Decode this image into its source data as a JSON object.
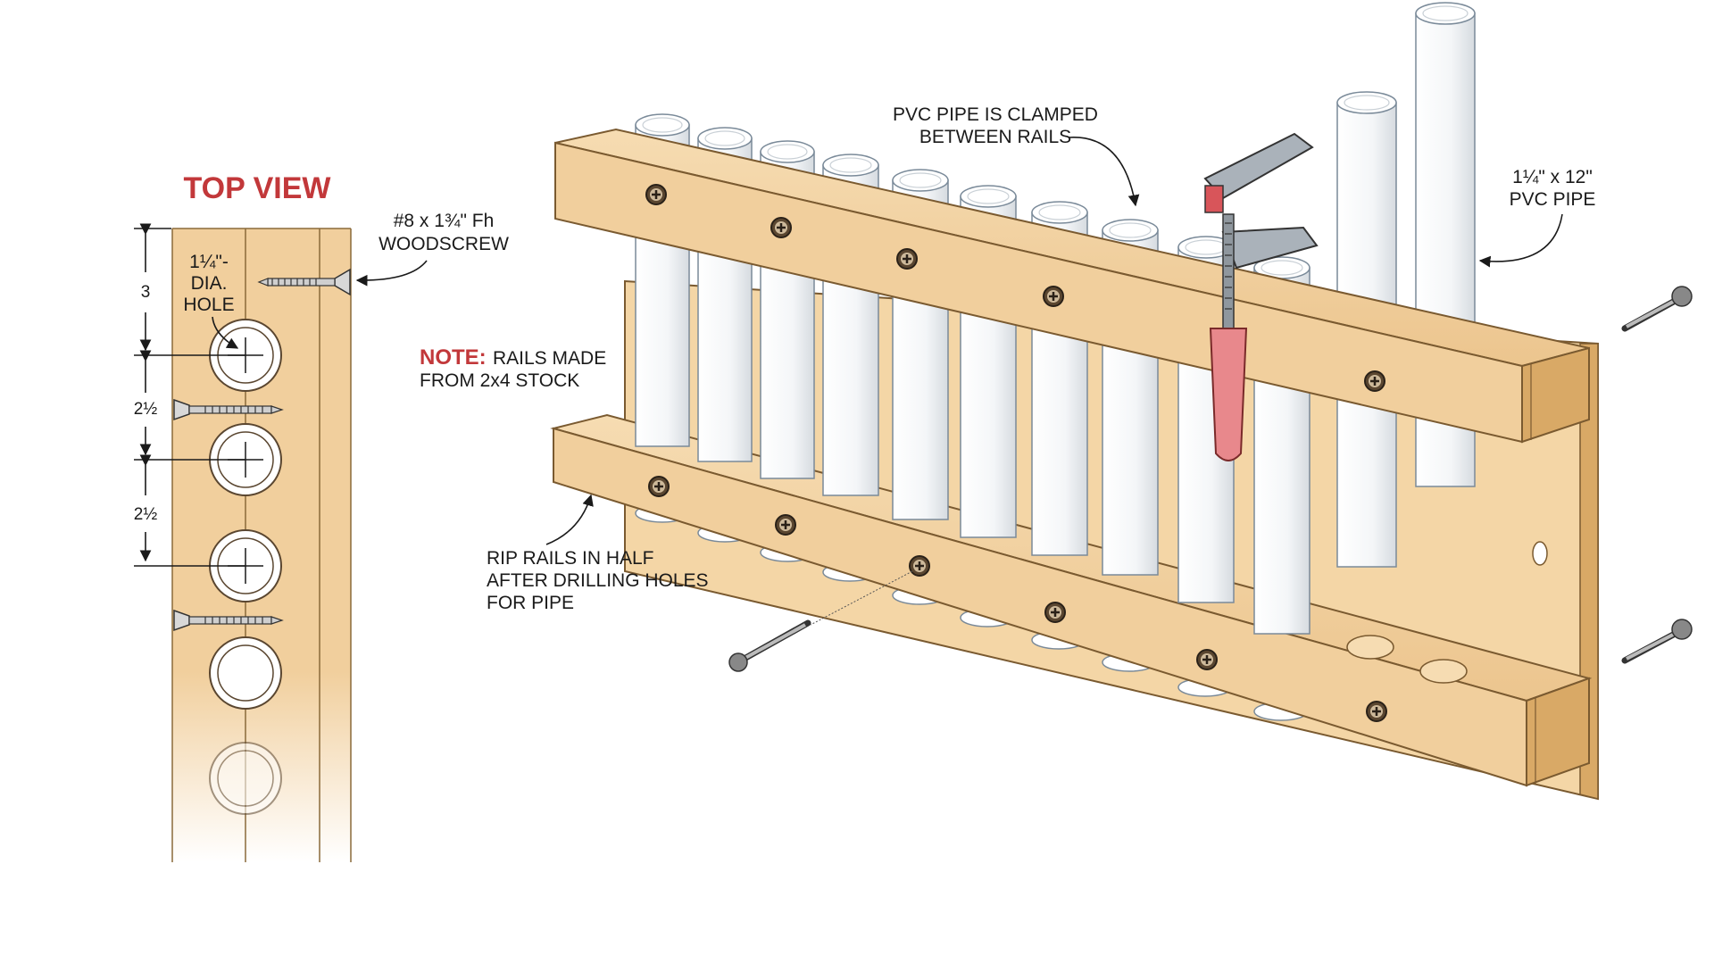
{
  "top_view": {
    "title": "TOP VIEW",
    "hole_label": [
      "1¼\"-",
      "DIA.",
      "HOLE"
    ],
    "dim_top": "3",
    "dim_spacing_1": "2½",
    "dim_spacing_2": "2½"
  },
  "callouts": {
    "woodscrew": [
      "#8 x 1¾\" Fh",
      "WOODSCREW"
    ],
    "pvc_clamped": [
      "PVC PIPE IS CLAMPED",
      "BETWEEN RAILS"
    ],
    "pvc_pipe": [
      "1¼\" x 12\"",
      "PVC PIPE"
    ],
    "note_prefix": "NOTE:",
    "note_text": [
      "RAILS MADE",
      "FROM 2x4 STOCK"
    ],
    "rip_rails": [
      "RIP RAILS IN HALF",
      "AFTER DRILLING HOLES",
      "FOR PIPE"
    ]
  },
  "colors": {
    "wood": "#f1cf9d",
    "wood_dark": "#d9a966",
    "wood_edge": "#7a5a30",
    "pipe": "#ffffff",
    "pipe_shade": "#e4e8ec",
    "accent_red": "#c2383a",
    "clamp_handle": "#e8888c",
    "clamp_metal": "#9aa3ab"
  },
  "icons": [
    "screw-icon",
    "clamp-icon",
    "arrow-icon",
    "phillips-screw-head-icon"
  ]
}
